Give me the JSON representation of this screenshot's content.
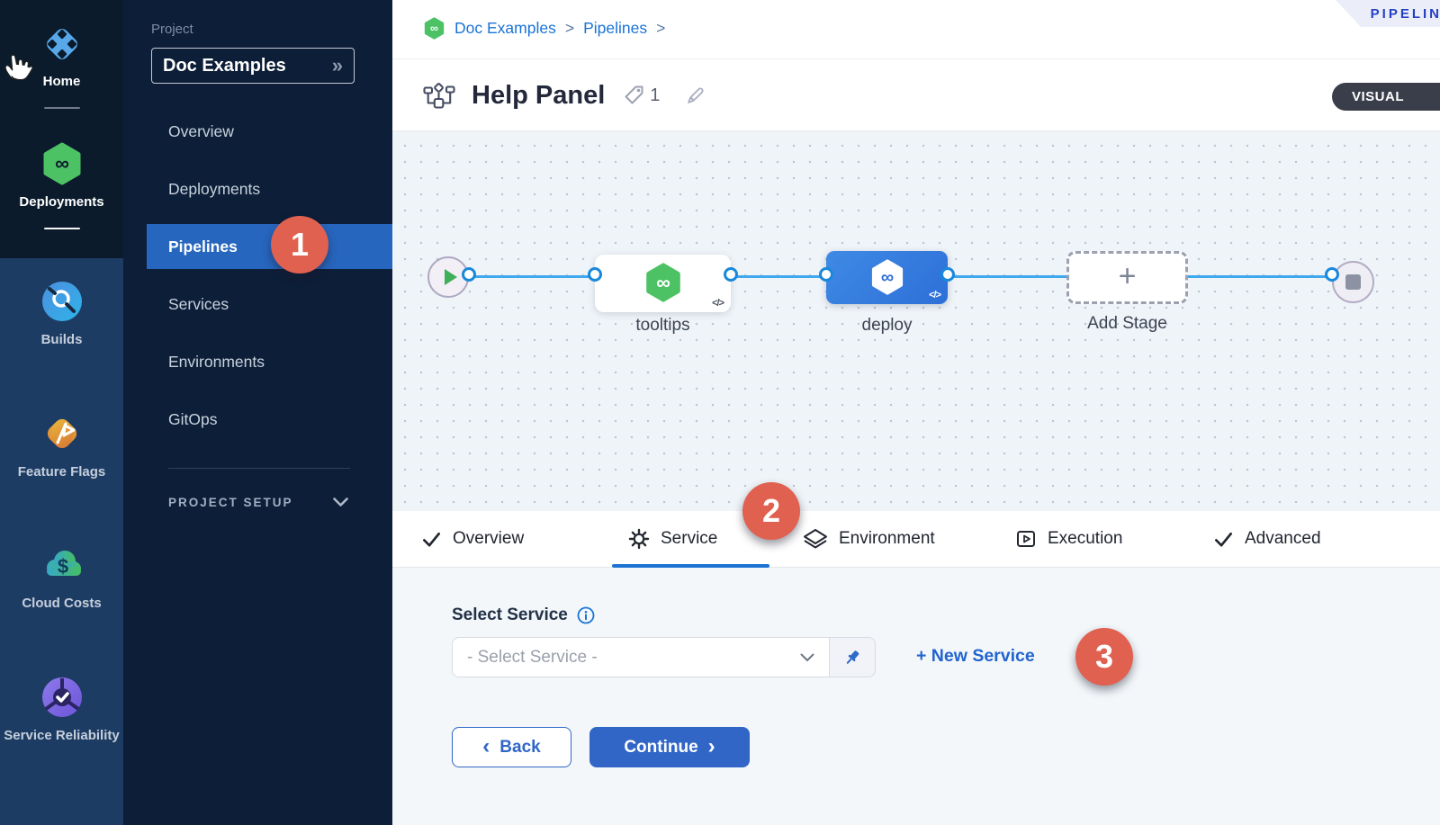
{
  "module_sidebar": {
    "items_top": [
      {
        "label": "Home"
      },
      {
        "label": "Deployments"
      }
    ],
    "items_bottom": [
      {
        "label": "Builds"
      },
      {
        "label": "Feature Flags"
      },
      {
        "label": "Cloud Costs"
      },
      {
        "label": "Service Reliability"
      }
    ]
  },
  "project_sidebar": {
    "section_label": "Project",
    "project_name": "Doc Examples",
    "nav": [
      "Overview",
      "Deployments",
      "Pipelines",
      "Services",
      "Environments",
      "GitOps"
    ],
    "selected": "Pipelines",
    "setup_label": "PROJECT SETUP"
  },
  "breadcrumb": {
    "crumb1": "Doc Examples",
    "crumb2": "Pipelines"
  },
  "header": {
    "ribbon_label": "PIPELIN",
    "title": "Help Panel",
    "tag_count": "1",
    "mode_toggle": "VISUAL"
  },
  "canvas": {
    "node1_label": "tooltips",
    "node2_label": "deploy",
    "add_stage_label": "Add Stage"
  },
  "tabs": {
    "overview": "Overview",
    "service": "Service",
    "environment": "Environment",
    "execution": "Execution",
    "advanced": "Advanced"
  },
  "annotations": {
    "step1": "1",
    "step2": "2",
    "step3": "3"
  },
  "form": {
    "select_service_label": "Select Service",
    "select_placeholder": "- Select Service -",
    "new_service_link": "+ New Service",
    "back_label": "Back",
    "continue_label": "Continue"
  },
  "icons": {
    "plus": "+",
    "double_chevron": "»",
    "crumb_sep": ">",
    "back_chevron": "‹",
    "forward_chevron": "›",
    "infinity": "∞",
    "code_glyph": "</>"
  },
  "colors": {
    "accent_blue": "#1B74D2",
    "primary_button": "#3166C7",
    "selected_nav": "#2766BE",
    "badge_red": "#E0614F",
    "harness_green": "#4DC264",
    "link_blue": "#1A73D6"
  }
}
